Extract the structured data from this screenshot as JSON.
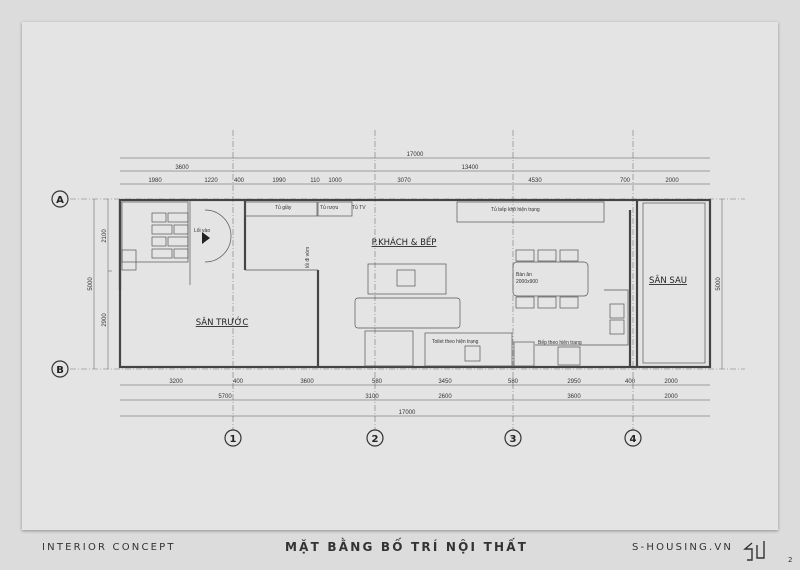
{
  "title": "MẶT BẰNG BỐ TRÍ NỘI THẤT",
  "left_caption": "INTERIOR CONCEPT",
  "brand": "S-HOUSING.VN",
  "page_number": "2",
  "grid_rows": [
    "A",
    "B"
  ],
  "grid_cols": [
    "1",
    "2",
    "3",
    "4"
  ],
  "top_dims": {
    "overall": "17000",
    "row2": [
      "3600",
      "13400"
    ],
    "row3": [
      "1980",
      "1220",
      "400",
      "1990",
      "110",
      "1000",
      "3070",
      "4530",
      "700",
      "2000"
    ]
  },
  "bottom_dims": {
    "row1": [
      "3200",
      "400",
      "3600",
      "580",
      "3450",
      "580",
      "2950",
      "400",
      "2000"
    ],
    "row2": [
      "5700",
      "3100",
      "2600",
      "3600",
      "2000"
    ],
    "overall": "17000"
  },
  "side_dims": {
    "left_overall": "5000",
    "left_parts": [
      "2100",
      "2900"
    ],
    "right_overall": "5000"
  },
  "rooms": {
    "living_kitchen": "P.KHÁCH & BẾP",
    "front_yard": "SÂN TRƯỚC",
    "back_yard": "SÂN SAU"
  },
  "labels": {
    "entrance": "Lối vào",
    "shoe_cabinet": "Tủ giầy",
    "wine_cabinet": "Tủ rượu",
    "tv_cabinet": "Tủ TV",
    "arch": "lối đi vòm",
    "dry_cabinet": "Tủ bếp khô hiện trạng",
    "dining_table": "Bàn ăn",
    "dining_size": "2000x900",
    "toilet": "Toilet theo hiện trạng",
    "kitchen": "Bếp theo hiện trạng"
  }
}
